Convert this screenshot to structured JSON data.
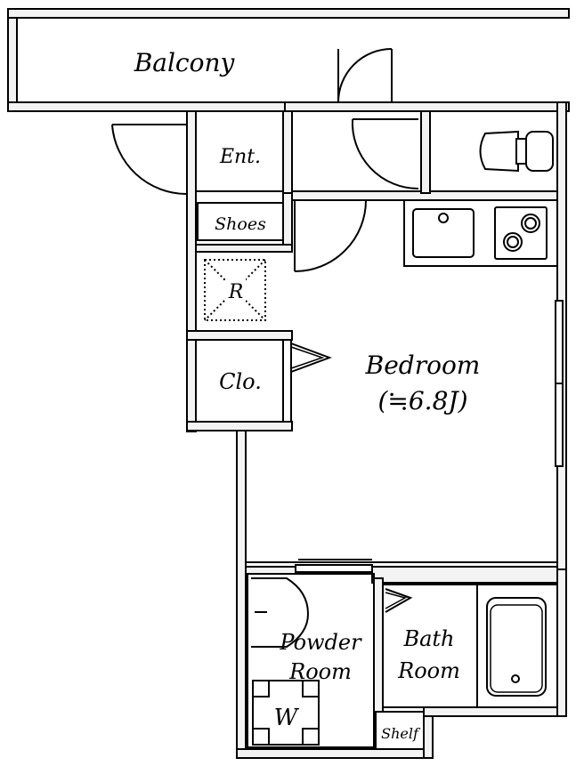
{
  "floor_plan": {
    "rooms": [
      {
        "id": "balcony",
        "label": "Balcony"
      },
      {
        "id": "entrance",
        "label": "Ent."
      },
      {
        "id": "shoes",
        "label": "Shoes"
      },
      {
        "id": "refrigerator",
        "label": "R"
      },
      {
        "id": "closet",
        "label": "Clo."
      },
      {
        "id": "bedroom",
        "label": "Bedroom",
        "size_label": "(≒6.8J)"
      },
      {
        "id": "powder-room",
        "label_line1": "Powder",
        "label_line2": "Room"
      },
      {
        "id": "bath-room",
        "label_line1": "Bath",
        "label_line2": "Room"
      },
      {
        "id": "washer",
        "label": "W"
      },
      {
        "id": "shelf",
        "label": "Shelf"
      }
    ],
    "fixtures": [
      "toilet",
      "kitchen-sink",
      "two-burner-stove",
      "bathtub",
      "washing-machine-pan",
      "refrigerator-space"
    ],
    "colors": {
      "line": "#000000",
      "background": "#ffffff",
      "wall_hatch": "#f3f3f3"
    }
  }
}
